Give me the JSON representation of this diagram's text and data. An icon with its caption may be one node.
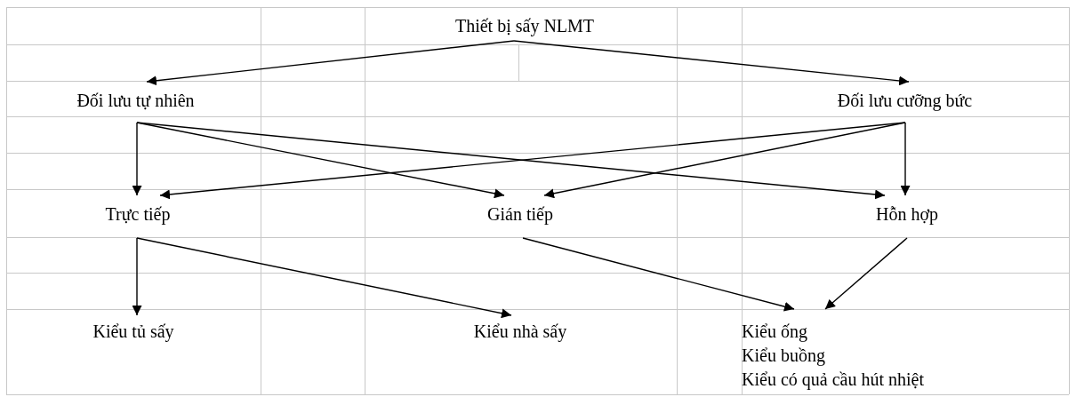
{
  "diagram": {
    "nodes": [
      {
        "text": [
          "Thiết bị sấy NLMT"
        ]
      },
      {
        "text": [
          "Đối lưu tự nhiên"
        ]
      },
      {
        "text": [
          "Đối lưu cưỡng bức"
        ]
      },
      {
        "text": [
          "Trực tiếp"
        ]
      },
      {
        "text": [
          "Gián tiếp"
        ]
      },
      {
        "text": [
          "Hỗn hợp"
        ]
      },
      {
        "text": [
          "Kiểu tủ sấy"
        ]
      },
      {
        "text": [
          "Kiểu nhà sấy"
        ]
      },
      {
        "text": [
          "Kiểu ống",
          "Kiểu buồng",
          "Kiểu có quả cầu hút nhiệt"
        ]
      }
    ],
    "edges": [
      {
        "from": 0,
        "to": 1,
        "arrow": "to"
      },
      {
        "from": 0,
        "to": 2,
        "arrow": "to"
      },
      {
        "from": 1,
        "to": 3,
        "arrow": "to"
      },
      {
        "from": 1,
        "to": 4,
        "arrow": "to"
      },
      {
        "from": 1,
        "to": 5,
        "arrow": "to"
      },
      {
        "from": 2,
        "to": 3,
        "arrow": "to"
      },
      {
        "from": 2,
        "to": 4,
        "arrow": "to"
      },
      {
        "from": 2,
        "to": 5,
        "arrow": "to"
      },
      {
        "from": 3,
        "to": 6,
        "arrow": "to"
      },
      {
        "from": 3,
        "to": 7,
        "arrow": "to"
      },
      {
        "from": 4,
        "to": 8,
        "arrow": "to"
      },
      {
        "from": 5,
        "to": 8,
        "arrow": "to"
      }
    ]
  }
}
